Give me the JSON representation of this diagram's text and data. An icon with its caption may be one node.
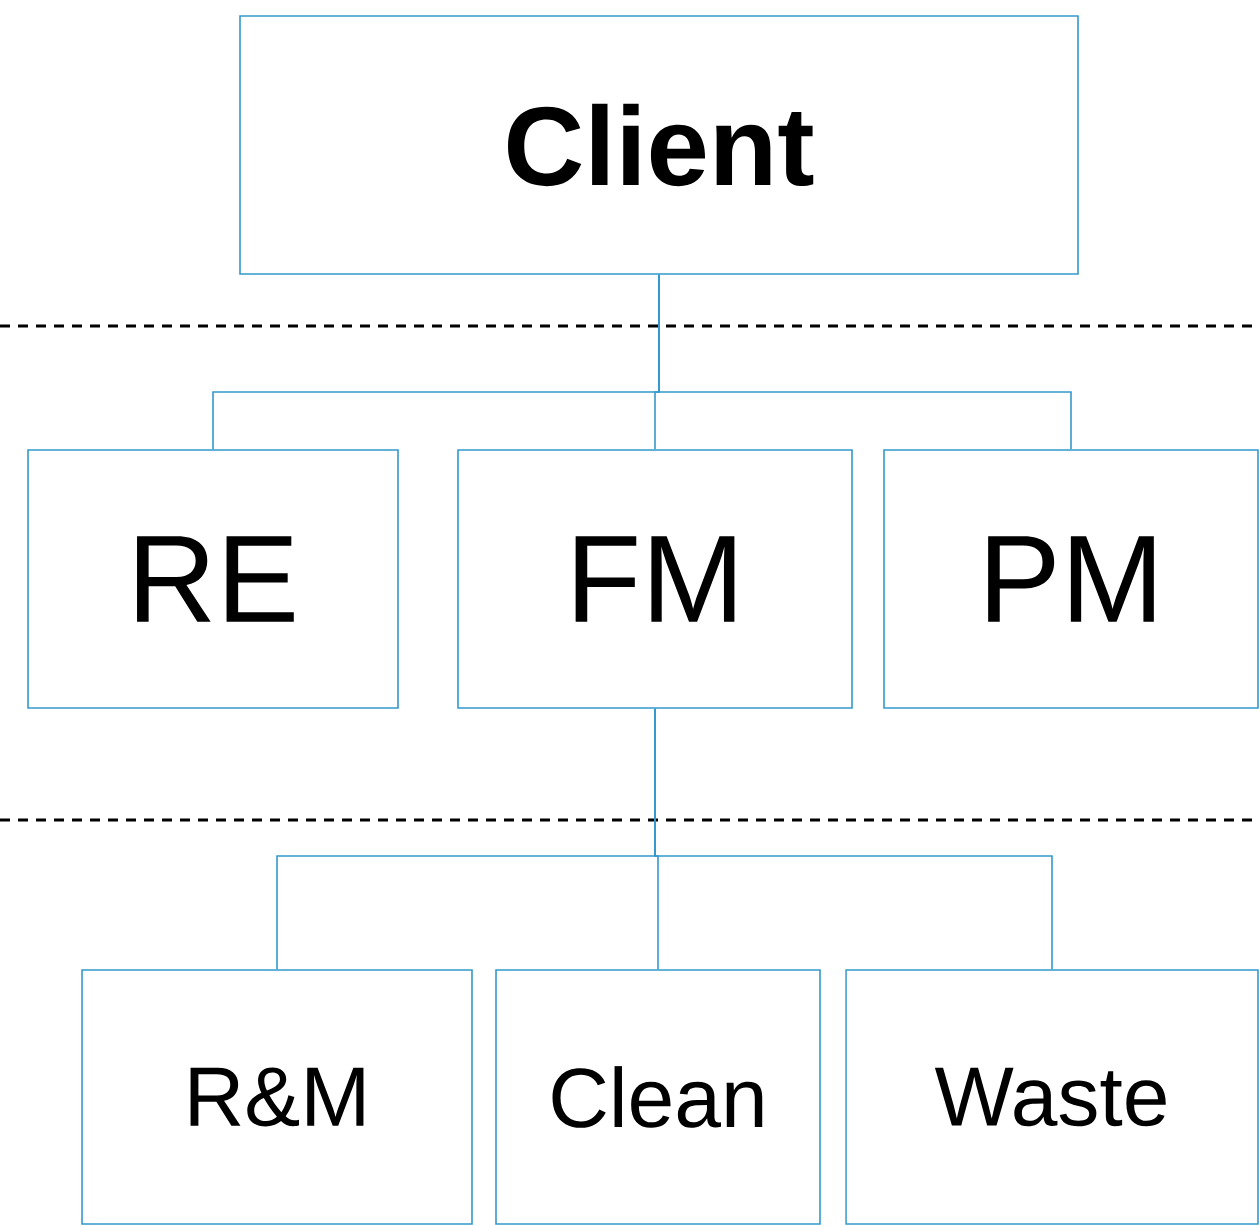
{
  "diagram": {
    "nodes": [
      {
        "text": [
          "Client"
        ]
      },
      {
        "text": [
          "RE"
        ]
      },
      {
        "text": [
          "FM"
        ]
      },
      {
        "text": [
          "PM"
        ]
      },
      {
        "text": [
          "R&M"
        ]
      },
      {
        "text": [
          "Clean"
        ]
      },
      {
        "text": [
          "Waste"
        ]
      }
    ],
    "edges": [
      {
        "from": 0,
        "to": 1,
        "arrow": "none"
      },
      {
        "from": 0,
        "to": 2,
        "arrow": "none"
      },
      {
        "from": 0,
        "to": 3,
        "arrow": "none"
      },
      {
        "from": 2,
        "to": 4,
        "arrow": "none"
      },
      {
        "from": 2,
        "to": 5,
        "arrow": "none"
      },
      {
        "from": 2,
        "to": 6,
        "arrow": "none"
      }
    ]
  }
}
